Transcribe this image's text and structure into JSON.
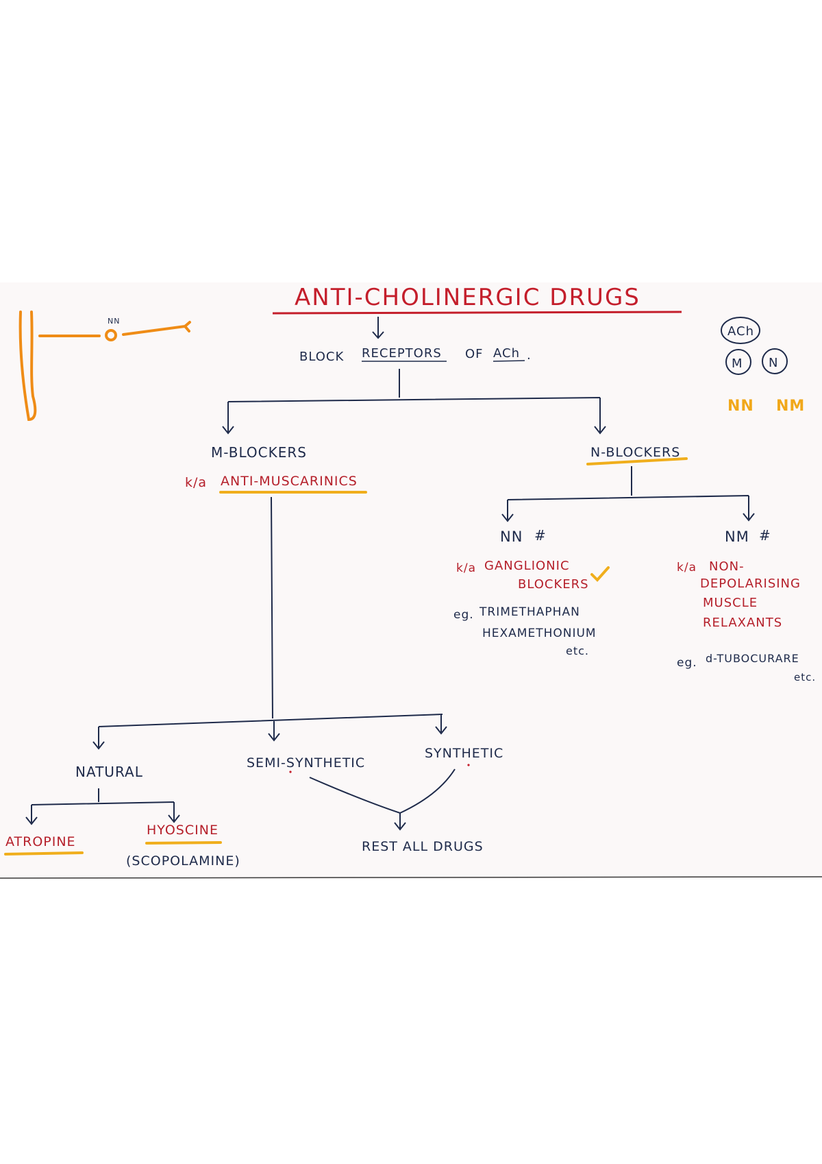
{
  "title": "ANTI-CHOLINERGIC DRUGS",
  "subtitle": {
    "prefix": "BLOCK",
    "receptors": "RECEPTORS",
    "of": "OF",
    "ach": "ACh",
    "dot": "."
  },
  "legend": {
    "ach": "ACh",
    "m": "M",
    "n": "N",
    "nn": "NN",
    "nm": "NM"
  },
  "sketch": {
    "nn_label": "NN"
  },
  "m_branch": {
    "heading": "M-BLOCKERS",
    "ka": "k/a",
    "aka": "ANTI-MUSCARINICS"
  },
  "n_branch": {
    "heading": "N-BLOCKERS"
  },
  "nn_node": {
    "label": "NN",
    "hash": "#",
    "ka": "k/a",
    "aka_line1": "GANGLIONIC",
    "aka_line2": "BLOCKERS",
    "eg": "eg.",
    "examples": [
      "TRIMETHAPHAN",
      "HEXAMETHONIUM"
    ],
    "etc": "etc."
  },
  "nm_node": {
    "label": "NM",
    "hash": "#",
    "ka": "k/a",
    "aka_lines": [
      "NON-",
      "DEPOLARISING",
      "MUSCLE",
      "RELAXANTS"
    ],
    "eg": "eg.",
    "example": "d-TUBOCURARE",
    "etc": "etc."
  },
  "types": {
    "natural": "NATURAL",
    "semi": "SEMI-SYNTHETIC",
    "synthetic": "SYNTHETIC"
  },
  "natural_drugs": {
    "atropine": "ATROPINE",
    "hyoscine": "HYOSCINE",
    "scopolamine": "(SCOPOLAMINE)"
  },
  "rest": "REST ALL DRUGS",
  "colors": {
    "ink": "#1e2a4a",
    "red_ink": "#c41e2b",
    "highlight": "#f0ae1c",
    "orange": "#ef8c16"
  }
}
